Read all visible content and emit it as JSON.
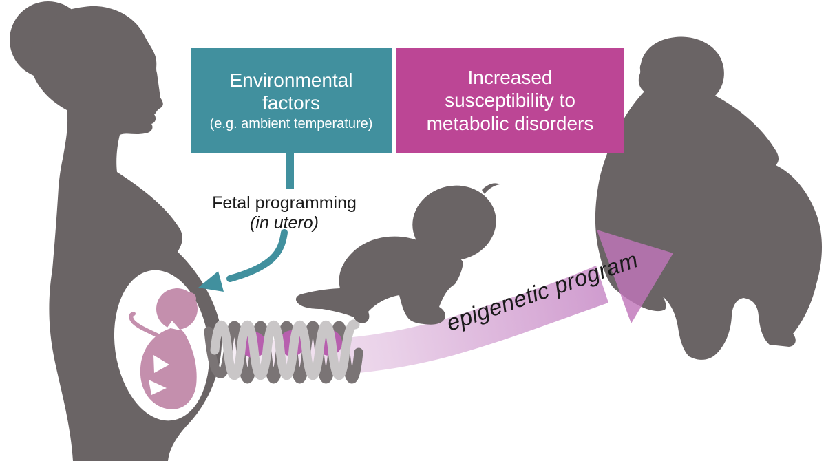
{
  "colors": {
    "silhouette_gray": "#6a6465",
    "teal": "#41909e",
    "magenta": "#bc4695",
    "fetus_pink": "#c48fad",
    "womb_white": "#ffffff",
    "nucleosome_purple": "#b75fae",
    "helix_light": "#c9c6c7",
    "helix_dark": "#7a7475",
    "arrow_pink_light": "#f7eff6",
    "arrow_pink_dark": "#cf9bce",
    "arrowhead_pink": "#c075ba",
    "text_dark": "#1a1a1a",
    "text_light": "#ffffff"
  },
  "boxes": {
    "environmental_factors": {
      "title": "Environmental\nfactors",
      "subtitle": "(e.g. ambient temperature)"
    },
    "increased_susceptibility": {
      "title": "Increased\nsusceptibility to\nmetabolic disorders"
    }
  },
  "annotations": {
    "fetal_programming": {
      "line1": "Fetal programming",
      "line2": "(in utero)"
    },
    "epigenetic_program": {
      "label": "epigenetic program"
    }
  },
  "icons": {
    "pregnant_woman": "pregnant-woman-silhouette",
    "fetus": "fetus-icon",
    "crawling_baby": "crawling-baby-silhouette",
    "obese_person": "obese-person-silhouette",
    "chromatin": "chromatin-helix-icon",
    "nucleosome": "nucleosome-icon",
    "fetal_programming_arrow": "fetal-programming-arrow-icon",
    "epigenetic_arrow": "epigenetic-program-arrow-icon"
  }
}
